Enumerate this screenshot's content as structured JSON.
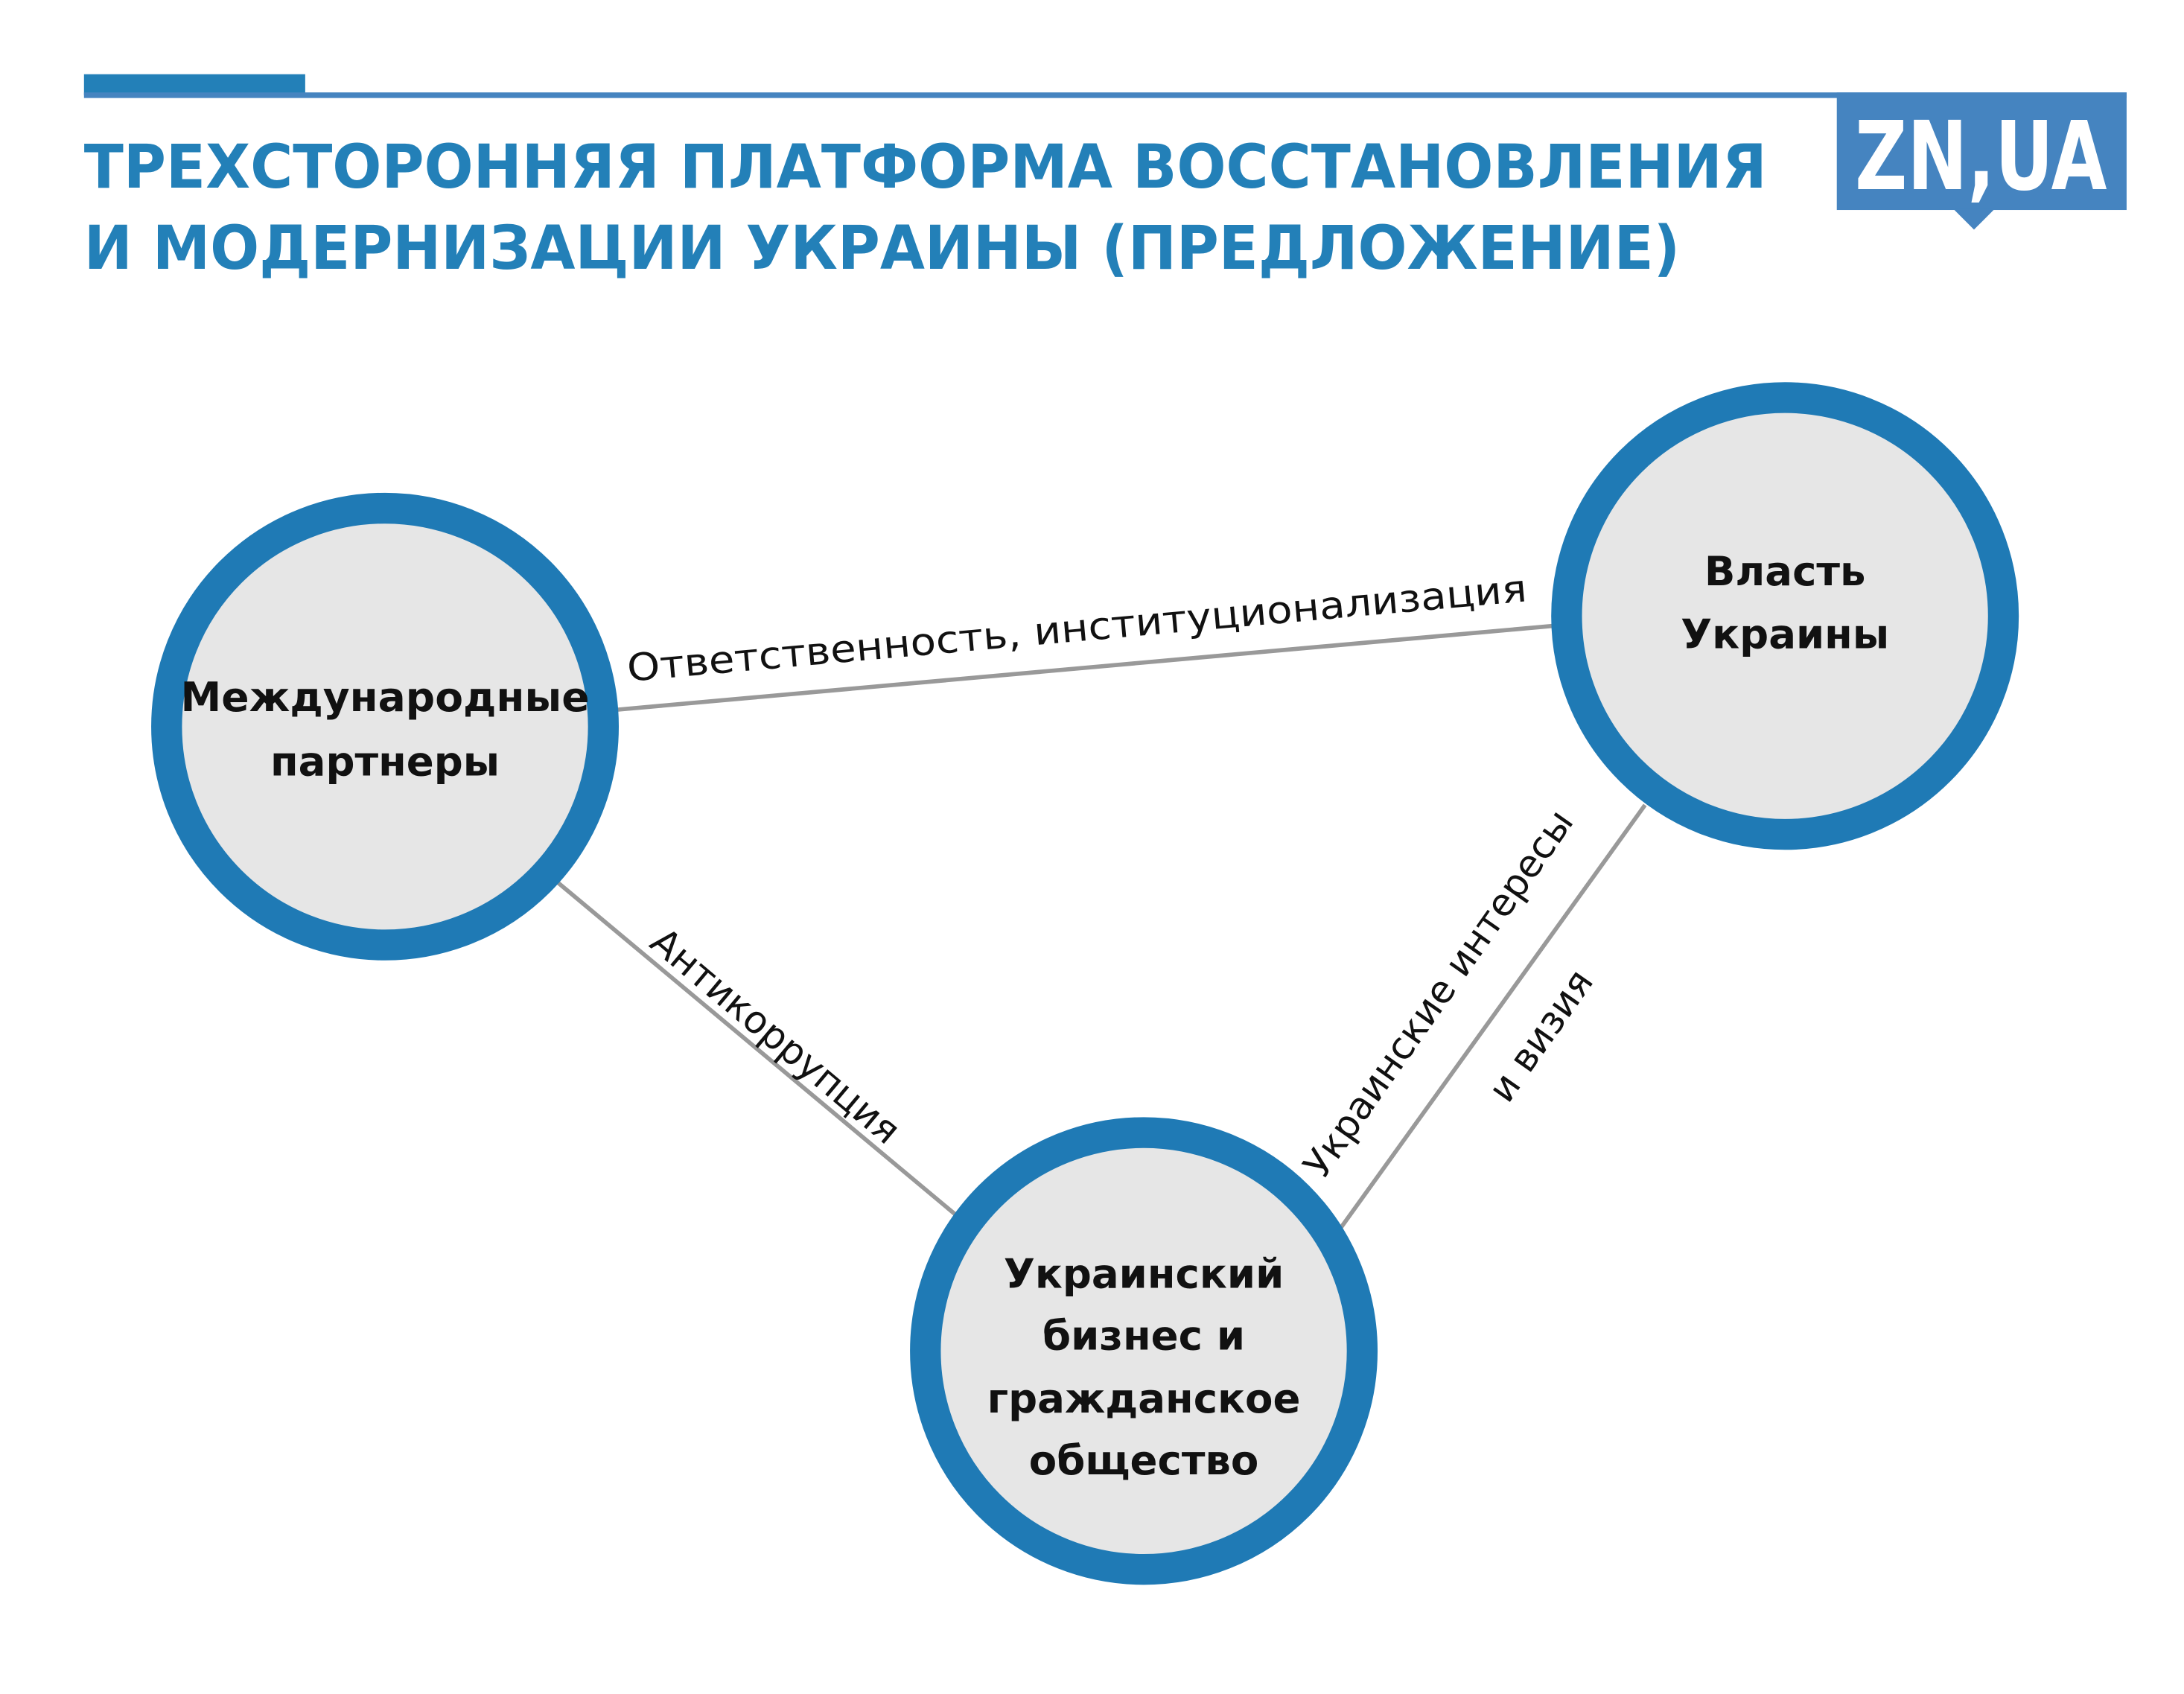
{
  "header": {
    "title_line1": "ТРЕХСТОРОННЯЯ ПЛАТФОРМА ВОССТАНОВЛЕНИЯ",
    "title_line2": "И МОДЕРНИЗАЦИИ УКРАИНЫ (ПРЕДЛОЖЕНИЕ)",
    "logo": "ZN,UA"
  },
  "colors": {
    "accent": "#2380b8",
    "logo_bg": "#4584c0",
    "node_fill": "#e6e6e6",
    "edge": "#999999"
  },
  "nodes": {
    "partners": {
      "line1": "Международные",
      "line2": "партнеры"
    },
    "government": {
      "line1": "Власть",
      "line2": "Украины"
    },
    "society": {
      "line1": "Украинский",
      "line2": "бизнес и",
      "line3": "гражданское",
      "line4": "общество"
    }
  },
  "edges": {
    "partners_government": "Ответственность, институционализация",
    "partners_society": "Антикоррупция",
    "society_government_line1": "Украинские интересы",
    "society_government_line2": "и визия"
  }
}
